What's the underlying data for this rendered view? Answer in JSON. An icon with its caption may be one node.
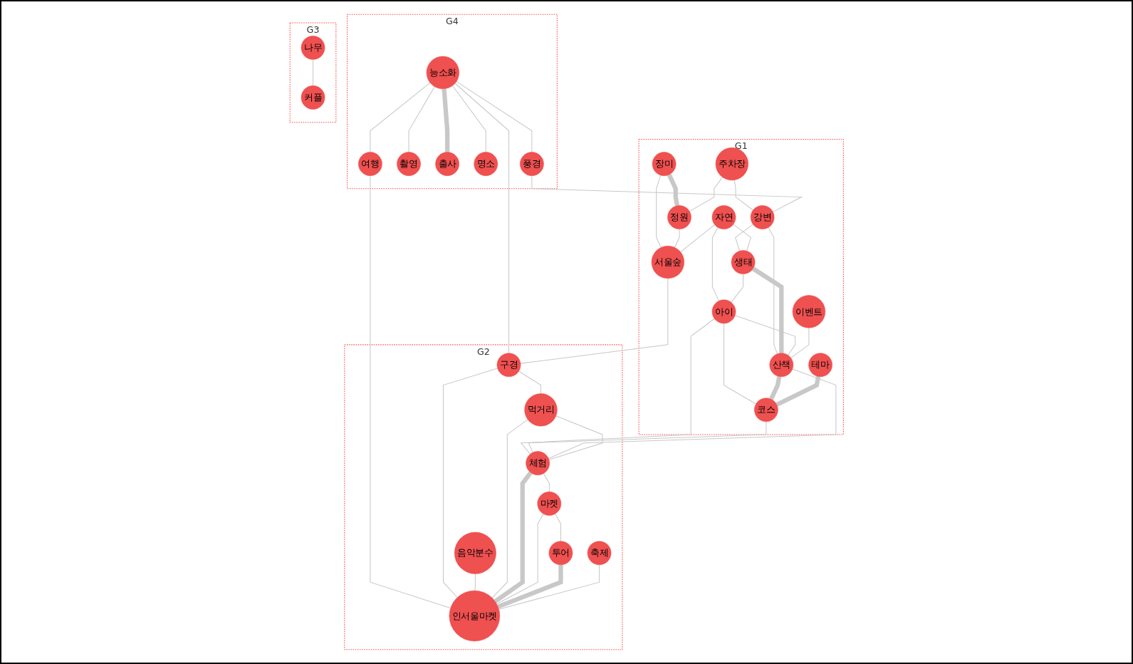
{
  "diagram": {
    "nodes": [
      {
        "text": [
          "G1"
        ]
      },
      {
        "text": [
          "주차장"
        ],
        "in": 0
      },
      {
        "text": [
          "장미"
        ],
        "in": 0
      },
      {
        "text": [
          "강변"
        ],
        "in": 0
      },
      {
        "text": [
          "정원"
        ],
        "in": 0
      },
      {
        "text": [
          "생태"
        ],
        "in": 0
      },
      {
        "text": [
          "자연"
        ],
        "in": 0
      },
      {
        "text": [
          "서울숲"
        ],
        "in": 0
      },
      {
        "text": [
          "아이"
        ],
        "in": 0
      },
      {
        "text": [
          "산책"
        ],
        "in": 0
      },
      {
        "text": [
          "이벤트"
        ],
        "in": 0
      },
      {
        "text": [
          "테마"
        ],
        "in": 0
      },
      {
        "text": [
          "코스"
        ],
        "in": 0
      },
      {
        "text": [
          "G4"
        ]
      },
      {
        "text": [
          "풍경"
        ],
        "in": 13
      },
      {
        "text": [
          "촬영"
        ],
        "in": 13
      },
      {
        "text": [
          "출사"
        ],
        "in": 13
      },
      {
        "text": [
          "능소화"
        ],
        "in": 13
      },
      {
        "text": [
          "명소"
        ],
        "in": 13
      },
      {
        "text": [
          "여행"
        ],
        "in": 13
      },
      {
        "text": [
          "G2"
        ]
      },
      {
        "text": [
          "음악분수"
        ],
        "in": 20
      },
      {
        "text": [
          "구경"
        ],
        "in": 20
      },
      {
        "text": [
          "인서울마켓"
        ],
        "in": 20
      },
      {
        "text": [
          "먹거리"
        ],
        "in": 20
      },
      {
        "text": [
          "체험"
        ],
        "in": 20
      },
      {
        "text": [
          "마켓"
        ],
        "in": 20
      },
      {
        "text": [
          "투어"
        ],
        "in": 20
      },
      {
        "text": [
          "축제"
        ],
        "in": 20
      },
      {
        "text": [
          "G3"
        ]
      },
      {
        "text": [
          "나무"
        ],
        "in": 29
      },
      {
        "text": [
          "커플"
        ],
        "in": 29
      }
    ],
    "edges": [
      {
        "from": 2,
        "to": 4,
        "arrow": "none",
        "style": "thick"
      },
      {
        "from": 1,
        "to": 3,
        "arrow": "none"
      },
      {
        "from": 1,
        "to": 4,
        "arrow": "none"
      },
      {
        "from": 2,
        "to": 7,
        "arrow": "none"
      },
      {
        "from": 3,
        "to": 5,
        "arrow": "none"
      },
      {
        "from": 3,
        "to": 9,
        "arrow": "none"
      },
      {
        "from": 4,
        "to": 7,
        "arrow": "none"
      },
      {
        "from": 14,
        "to": 3,
        "arrow": "none"
      },
      {
        "from": 6,
        "to": 5,
        "arrow": "none"
      },
      {
        "from": 5,
        "to": 9,
        "arrow": "none",
        "style": "thick"
      },
      {
        "from": 6,
        "to": 7,
        "arrow": "none"
      },
      {
        "from": 6,
        "to": 8,
        "arrow": "none"
      },
      {
        "from": 5,
        "to": 8,
        "arrow": "none"
      },
      {
        "from": 8,
        "to": 9,
        "arrow": "none"
      },
      {
        "from": 8,
        "to": 12,
        "arrow": "none"
      },
      {
        "from": 8,
        "to": 25,
        "arrow": "none"
      },
      {
        "from": 10,
        "to": 9,
        "arrow": "none"
      },
      {
        "from": 9,
        "to": 12,
        "arrow": "none",
        "style": "thick"
      },
      {
        "from": 11,
        "to": 12,
        "arrow": "none",
        "style": "thick"
      },
      {
        "from": 12,
        "to": 25,
        "arrow": "none"
      },
      {
        "from": 9,
        "to": 25,
        "arrow": "none"
      },
      {
        "from": 7,
        "to": 22,
        "arrow": "none"
      },
      {
        "from": 17,
        "to": 22,
        "arrow": "none"
      },
      {
        "from": 17,
        "to": 14,
        "arrow": "none"
      },
      {
        "from": 17,
        "to": 15,
        "arrow": "none"
      },
      {
        "from": 17,
        "to": 16,
        "arrow": "none",
        "style": "thick"
      },
      {
        "from": 17,
        "to": 18,
        "arrow": "none"
      },
      {
        "from": 17,
        "to": 19,
        "arrow": "none"
      },
      {
        "from": 19,
        "to": 23,
        "arrow": "none"
      },
      {
        "from": 22,
        "to": 23,
        "arrow": "none"
      },
      {
        "from": 21,
        "to": 23,
        "arrow": "none"
      },
      {
        "from": 22,
        "to": 24,
        "arrow": "none"
      },
      {
        "from": 24,
        "to": 23,
        "arrow": "none"
      },
      {
        "from": 24,
        "to": 25,
        "arrow": "none"
      },
      {
        "from": 25,
        "to": 23,
        "arrow": "none",
        "style": "thick"
      },
      {
        "from": 25,
        "to": 26,
        "arrow": "none"
      },
      {
        "from": 26,
        "to": 23,
        "arrow": "none"
      },
      {
        "from": 26,
        "to": 27,
        "arrow": "none"
      },
      {
        "from": 27,
        "to": 23,
        "arrow": "none",
        "style": "thick"
      },
      {
        "from": 28,
        "to": 23,
        "arrow": "none"
      },
      {
        "from": 30,
        "to": 31,
        "arrow": "none"
      }
    ]
  }
}
